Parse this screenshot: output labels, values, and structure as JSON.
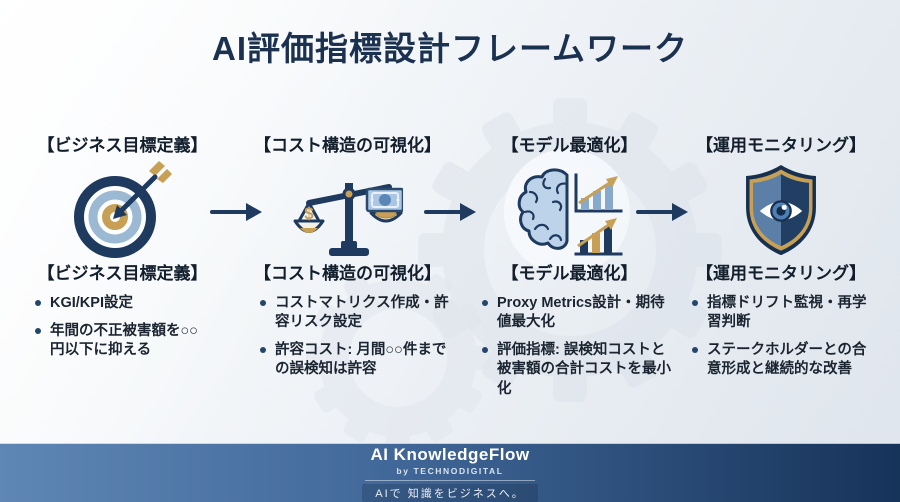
{
  "title": "AI評価指標設計フレームワーク",
  "columns": [
    {
      "header": "【ビジネス目標定義】",
      "label": "【ビジネス目標定義】",
      "icon": "target-icon",
      "bullets": [
        "KGI/KPI設定",
        "年間の不正被害額を○○円以下に抑える"
      ]
    },
    {
      "header": "【コスト構造の可視化】",
      "label": "【コスト構造の可視化】",
      "icon": "balance-scale-icon",
      "bullets": [
        "コストマトリクス作成・許容リスク設定",
        "許容コスト: 月間○○件までの誤検知は許容"
      ]
    },
    {
      "header": "【モデル最適化】",
      "label": "【モデル最適化】",
      "icon": "brain-chart-icon",
      "bullets": [
        "Proxy Metrics設計・期待値最大化",
        "評価指標: 誤検知コストと被害額の合計コストを最小化"
      ]
    },
    {
      "header": "【運用モニタリング】",
      "label": "【運用モニタリング】",
      "icon": "shield-eye-icon",
      "bullets": [
        "指標ドリフト監視・再学習判断",
        "ステークホルダーとの合意形成と継続的な改善"
      ]
    }
  ],
  "footer": {
    "brand": "AI KnowledgeFlow",
    "byline": "by TECHNODIGITAL",
    "tagline": "AIで 知識をビジネスへ。"
  },
  "colors": {
    "navy": "#1f3a5f",
    "gold": "#c7a055",
    "steel_blue": "#8fafcd",
    "light_blue": "#bdd3ea",
    "text": "#131f2d",
    "background": "#eef2f6",
    "footer_gradient_start": "#5f86b4",
    "footer_gradient_end": "#16335a"
  }
}
